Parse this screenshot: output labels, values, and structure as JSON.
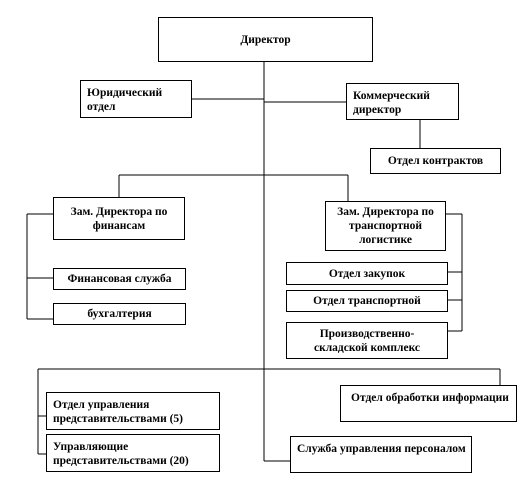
{
  "org_chart": {
    "director": "Директор",
    "legal_dept": "Юридический отдел",
    "commercial_director": "Коммерческий директор",
    "contracts_dept": "Отдел контрактов",
    "deputy_finance": "Зам. Директора по финансам",
    "financial_service": "Финансовая служба",
    "accounting": "бухгалтерия",
    "deputy_logistics": "Зам. Директора по транспортной логистике",
    "purchasing_dept": "Отдел закупок",
    "transport_dept": "Отдел транспортной",
    "production_warehouse": "Производственно-складской комплекс",
    "rep_offices_management": "Отдел управления представительствами (5)",
    "managing_rep_offices": "Управляющие представительствами (20)",
    "info_processing": "Отдел обработки информации",
    "hr_service": "Служба управления персоналом"
  }
}
